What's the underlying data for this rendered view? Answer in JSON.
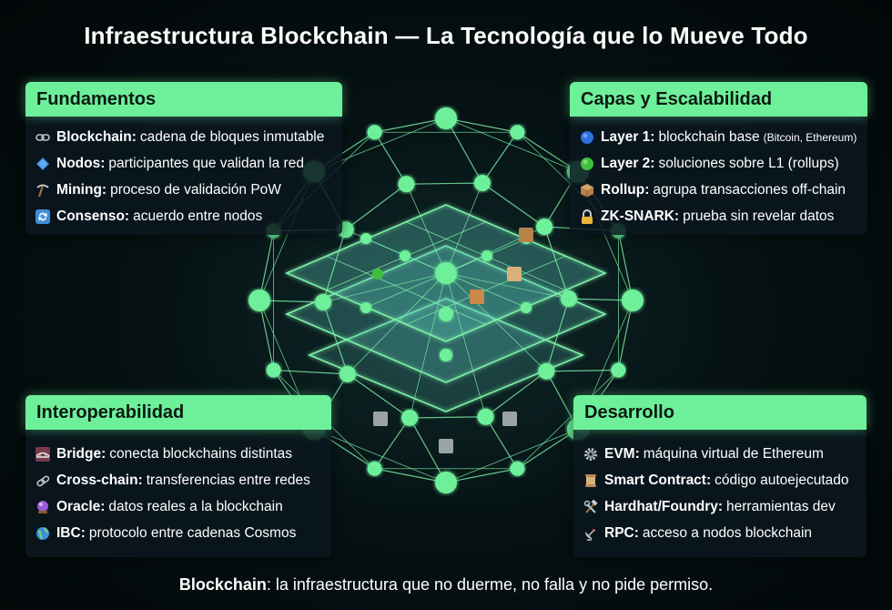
{
  "title": "Infraestructura Blockchain — La Tecnología que lo Mueve Todo",
  "colors": {
    "accent": "#6ef09a",
    "background": "#061214",
    "panel": "#0a161e",
    "line": "#7ef2a8"
  },
  "panels": [
    {
      "heading": "Fundamentos",
      "items": [
        {
          "icon": "chain-link-icon",
          "term": "Blockchain:",
          "desc": "cadena de bloques inmutable"
        },
        {
          "icon": "blue-diamond-icon",
          "term": "Nodos:",
          "desc": "participantes que validan la red"
        },
        {
          "icon": "pickaxe-icon",
          "term": "Mining:",
          "desc": "proceso de validación PoW"
        },
        {
          "icon": "cycle-arrows-icon",
          "term": "Consenso:",
          "desc": "acuerdo entre nodos"
        }
      ]
    },
    {
      "heading": "Capas y Escalabilidad",
      "items": [
        {
          "icon": "blue-circle-icon",
          "term": "Layer 1:",
          "desc": "blockchain base",
          "note": "(Bitcoin, Ethereum)"
        },
        {
          "icon": "green-circle-icon",
          "term": "Layer 2:",
          "desc": "soluciones sobre L1 (rollups)"
        },
        {
          "icon": "package-icon",
          "term": "Rollup:",
          "desc": "agrupa transacciones off-chain"
        },
        {
          "icon": "lock-icon",
          "term": "ZK-SNARK:",
          "desc": "prueba sin revelar datos"
        }
      ]
    },
    {
      "heading": "Interoperabilidad",
      "items": [
        {
          "icon": "bridge-icon",
          "term": "Bridge:",
          "desc": "conecta blockchains distintas"
        },
        {
          "icon": "link-icon",
          "term": "Cross-chain:",
          "desc": "transferencias entre redes"
        },
        {
          "icon": "crystal-ball-icon",
          "term": "Oracle:",
          "desc": "datos reales a la blockchain"
        },
        {
          "icon": "globe-icon",
          "term": "IBC:",
          "desc": "protocolo entre cadenas Cosmos"
        }
      ]
    },
    {
      "heading": "Desarrollo",
      "items": [
        {
          "icon": "gear-icon",
          "term": "EVM:",
          "desc": "máquina virtual de Ethereum"
        },
        {
          "icon": "scroll-icon",
          "term": "Smart Contract:",
          "desc": "código autoejecutado"
        },
        {
          "icon": "hammer-wrench-icon",
          "term": "Hardhat/Foundry:",
          "desc": "herramientas dev"
        },
        {
          "icon": "satellite-dish-icon",
          "term": "RPC:",
          "desc": "acceso a nodos blockchain"
        }
      ]
    }
  ],
  "tagline": {
    "term": "Blockchain",
    "rest": ": la infraestructura que no duerme, no falla y no pide permiso."
  }
}
